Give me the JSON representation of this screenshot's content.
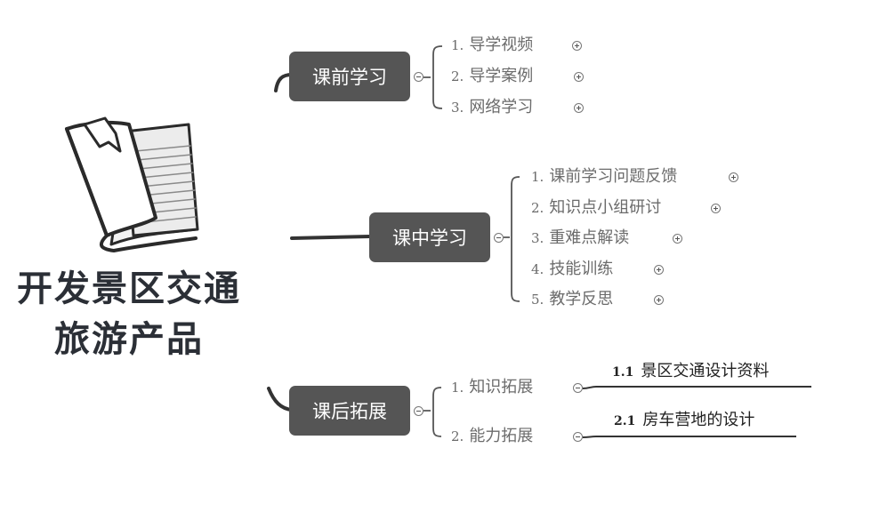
{
  "center": {
    "line1": "开发景区交通",
    "line2": "旅游产品",
    "icon": "book-icon"
  },
  "branches": [
    {
      "label": "课前学习",
      "items": [
        {
          "num": "1.",
          "text": "导学视频"
        },
        {
          "num": "2.",
          "text": "导学案例"
        },
        {
          "num": "3.",
          "text": "网络学习"
        }
      ]
    },
    {
      "label": "课中学习",
      "items": [
        {
          "num": "1.",
          "text": "课前学习问题反馈"
        },
        {
          "num": "2.",
          "text": "知识点小组研讨"
        },
        {
          "num": "3.",
          "text": "重难点解读"
        },
        {
          "num": "4.",
          "text": "技能训练"
        },
        {
          "num": "5.",
          "text": "教学反思"
        }
      ]
    },
    {
      "label": "课后拓展",
      "items": [
        {
          "num": "1.",
          "text": "知识拓展",
          "child": {
            "num": "1.1",
            "text": "景区交通设计资料"
          }
        },
        {
          "num": "2.",
          "text": "能力拓展",
          "child": {
            "num": "2.1",
            "text": "房车营地的设计"
          }
        }
      ]
    }
  ]
}
